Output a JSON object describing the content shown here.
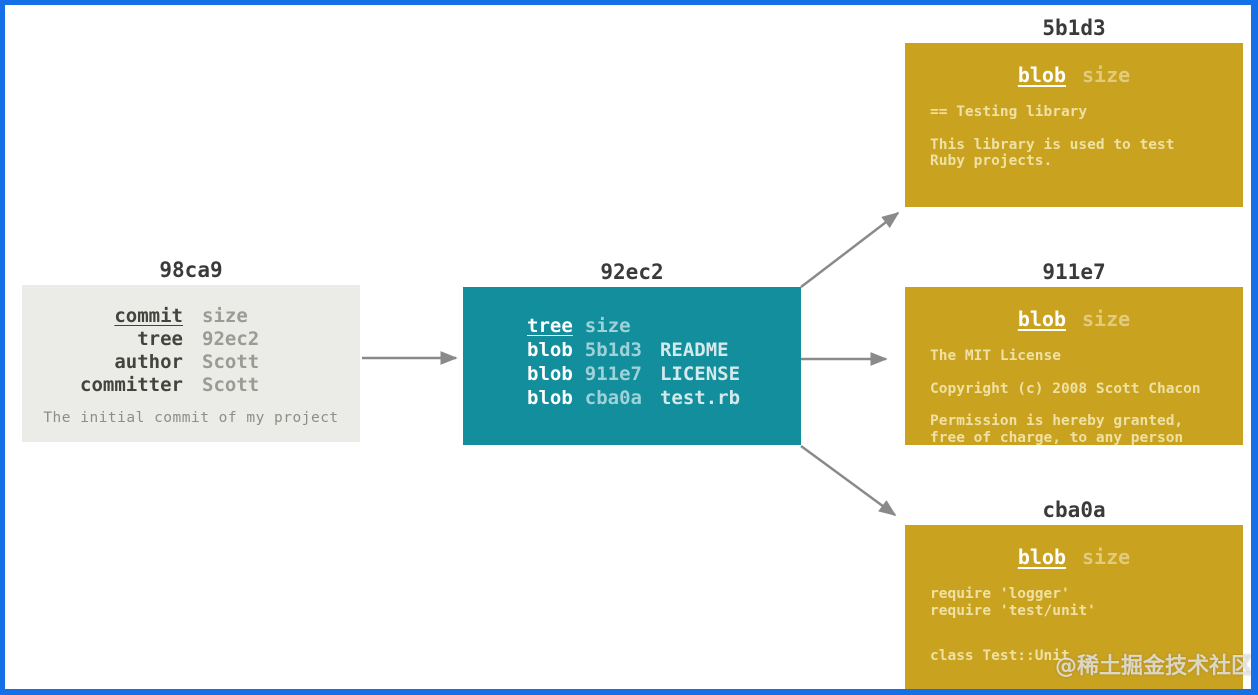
{
  "watermark": "@稀土掘金技术社区",
  "colors": {
    "border-blue": "#1570e8",
    "teal": "#128e9c",
    "gold": "#c9a21f",
    "gray-box": "#ebebe7",
    "arrow": "#8a8a8a",
    "title-text": "#3a3a3a",
    "dark-label": "#44443f",
    "gray-value": "#9b9b95",
    "teal-dim": "#9ed2d8",
    "teal-name": "#d3e9ec",
    "gold-dim": "#e2cb7d",
    "gold-body": "#efe1a4"
  },
  "commit_node": {
    "title": "98ca9",
    "type_label": "commit",
    "size_label": "size",
    "fields": [
      {
        "label": "tree",
        "value": "92ec2"
      },
      {
        "label": "author",
        "value": "Scott"
      },
      {
        "label": "committer",
        "value": "Scott"
      }
    ],
    "message": "The initial commit of my project"
  },
  "tree_node": {
    "title": "92ec2",
    "type_label": "tree",
    "size_label": "size",
    "entries": [
      {
        "type": "blob",
        "hash": "5b1d3",
        "name": "README"
      },
      {
        "type": "blob",
        "hash": "911e7",
        "name": "LICENSE"
      },
      {
        "type": "blob",
        "hash": "cba0a",
        "name": "test.rb"
      }
    ]
  },
  "blob_nodes": [
    {
      "title": "5b1d3",
      "type_label": "blob",
      "size_label": "size",
      "lines": [
        "== Testing library",
        "This library is used to test",
        "Ruby projects."
      ]
    },
    {
      "title": "911e7",
      "type_label": "blob",
      "size_label": "size",
      "lines": [
        "The MIT License",
        "Copyright (c) 2008 Scott Chacon",
        "Permission is hereby granted,",
        "free of charge, to any person"
      ]
    },
    {
      "title": "cba0a",
      "type_label": "blob",
      "size_label": "size",
      "lines": [
        "require 'logger'",
        "require 'test/unit'",
        "class Test::Unit"
      ]
    }
  ]
}
